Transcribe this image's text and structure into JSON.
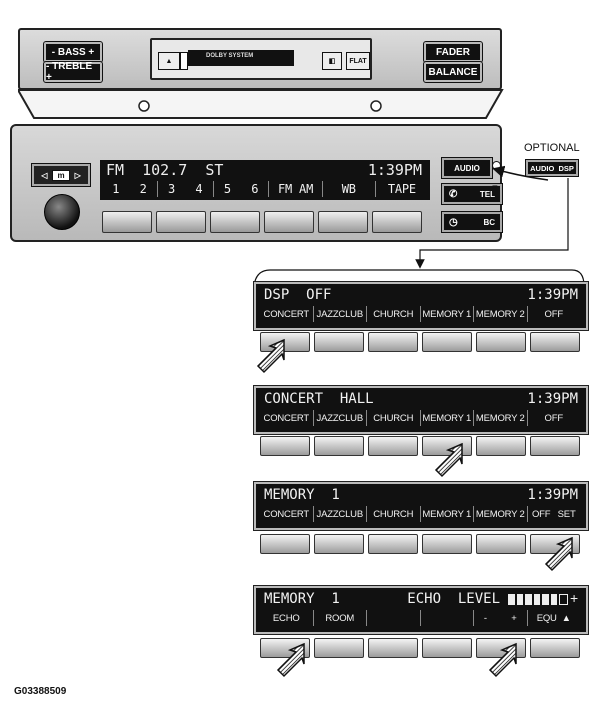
{
  "upper_unit": {
    "bass_label": "- BASS +",
    "treble_label": "- TREBLE +",
    "fader_label": "FADER",
    "balance_label": "BALANCE",
    "flat_label": "FLAT",
    "tape_brand": "DOLBY SYSTEM"
  },
  "radio": {
    "mode_label": "m",
    "display_line1_left": "FM  102.7  ST",
    "display_line1_time": "1:39PM",
    "display_line2": [
      "1",
      "2",
      "3",
      "4",
      "5",
      "6",
      "FM  AM",
      "WB",
      "TAPE"
    ],
    "audio_label": "AUDIO",
    "tel_label": "TEL",
    "bc_label": "BC",
    "plus_label": "+"
  },
  "optional": {
    "label": "OPTIONAL",
    "button_label": "AUDIO  DSP"
  },
  "panels": [
    {
      "title": "DSP  OFF",
      "time": "1:39PM",
      "segments": [
        "CONCERT",
        "JAZZCLUB",
        "CHURCH",
        "MEMORY 1",
        "MEMORY 2",
        "OFF"
      ]
    },
    {
      "title": "CONCERT  HALL",
      "time": "1:39PM",
      "segments": [
        "CONCERT",
        "JAZZCLUB",
        "CHURCH",
        "MEMORY 1",
        "MEMORY 2",
        "OFF"
      ]
    },
    {
      "title": "MEMORY  1",
      "time": "1:39PM",
      "segments": [
        "CONCERT",
        "JAZZCLUB",
        "CHURCH",
        "MEMORY 1",
        "MEMORY 2",
        "OFF   SET"
      ]
    },
    {
      "title": "MEMORY  1        ECHO  LEVEL  -",
      "time": "",
      "segments": [
        "ECHO",
        "ROOM",
        "",
        "",
        "-          +",
        "EQU  ▲"
      ]
    }
  ],
  "figure_code": "G03388509",
  "icons": [
    "left-arrow-icon",
    "right-arrow-icon",
    "eject-icon",
    "phone-icon",
    "clock-icon",
    "pointing-arrow-icon"
  ]
}
